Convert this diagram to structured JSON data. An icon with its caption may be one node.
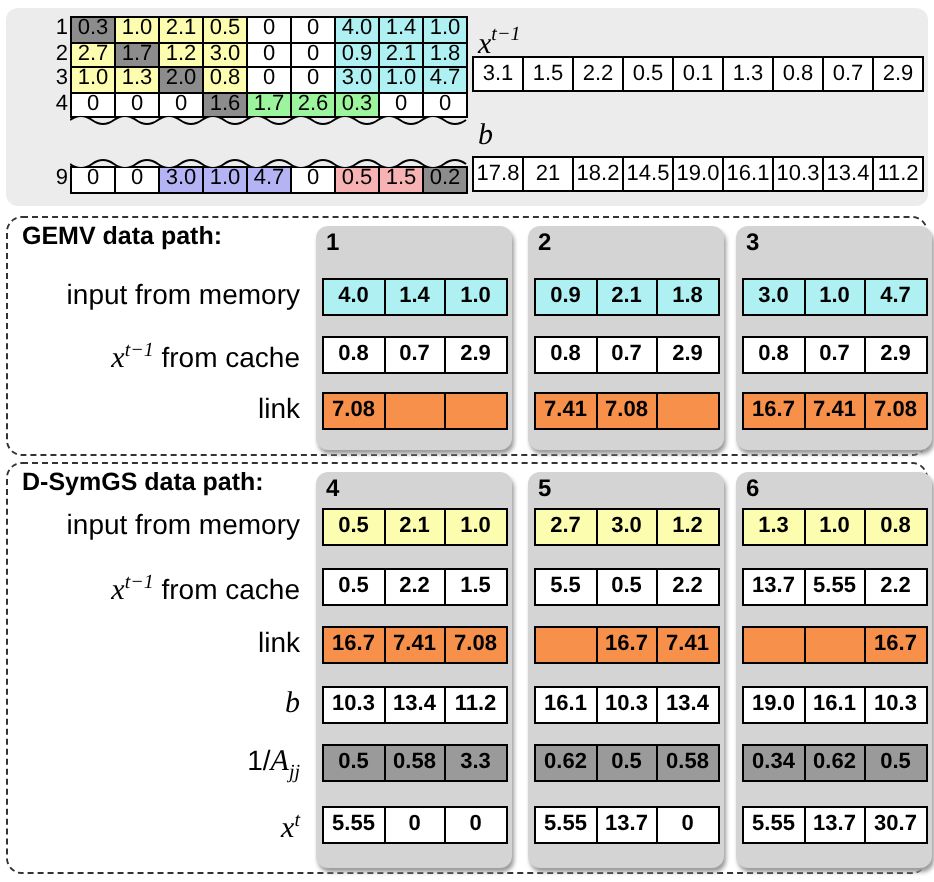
{
  "diagram": {
    "nodes": [
      {
        "text": [
          "GEMV data path:"
        ]
      },
      {
        "text": [
          "1",
          "4.0",
          "1.4",
          "1.0",
          "0.8",
          "0.7",
          "2.9",
          "7.08"
        ],
        "in": 0
      },
      {
        "text": [
          "2",
          "0.9",
          "2.1",
          "1.8",
          "0.8",
          "0.7",
          "2.9",
          "7.41",
          "7.08"
        ],
        "in": 0
      },
      {
        "text": [
          "3",
          "3.0",
          "1.0",
          "4.7",
          "0.8",
          "0.7",
          "2.9",
          "16.7",
          "7.41",
          "7.08"
        ],
        "in": 0
      },
      {
        "text": [
          "D-SymGS data path:"
        ]
      },
      {
        "text": [
          "4",
          "0.5",
          "2.1",
          "1.0",
          "0.5",
          "2.2",
          "1.5",
          "16.7",
          "7.41",
          "7.08",
          "10.3",
          "13.4",
          "11.2",
          "0.5",
          "0.58",
          "3.3",
          "5.55",
          "0",
          "0"
        ],
        "in": 4
      },
      {
        "text": [
          "5",
          "2.7",
          "3.0",
          "1.2",
          "5.5",
          "0.5",
          "2.2",
          "16.7",
          "7.41",
          "16.1",
          "10.3",
          "13.4",
          "0.62",
          "0.5",
          "0.58",
          "5.55",
          "13.7",
          "0"
        ],
        "in": 4
      },
      {
        "text": [
          "6",
          "1.3",
          "1.0",
          "0.8",
          "13.7",
          "5.55",
          "2.2",
          "16.7",
          "19.0",
          "16.1",
          "10.3",
          "0.34",
          "0.62",
          "0.5",
          "5.55",
          "13.7",
          "30.7"
        ],
        "in": 4
      }
    ],
    "labels": [
      "1",
      "0.3",
      "1.0",
      "2.1",
      "0.5",
      "0",
      "0",
      "4.0",
      "1.4",
      "1.0",
      "2",
      "2.7",
      "1.7",
      "1.2",
      "3.0",
      "0",
      "0",
      "0.9",
      "2.1",
      "1.8",
      "3",
      "1.0",
      "1.3",
      "2.0",
      "0.8",
      "0",
      "0",
      "3.0",
      "1.0",
      "4.7",
      "4",
      "0",
      "0",
      "0",
      "1.6",
      "1.7",
      "2.6",
      "0.3",
      "0",
      "0",
      "9",
      "0",
      "0",
      "3.0",
      "1.0",
      "4.7",
      "0",
      "0.5",
      "1.5",
      "0.2",
      "*x*$^{t−1}$",
      "3.1",
      "1.5",
      "2.2",
      "0.5",
      "0.1",
      "1.3",
      "0.8",
      "0.7",
      "2.9",
      "*b*",
      "17.8",
      "21",
      "18.2",
      "14.5",
      "19.0",
      "16.1",
      "10.3",
      "13.4",
      "11.2",
      "input from memory",
      "*x*$^{t−1}$ from cache",
      "link",
      "input from memory",
      "*x*$^{t−1}$ from cache",
      "link",
      "*b*",
      "1/*A*$_{jj}$",
      "*x*$^{t}$"
    ]
  }
}
